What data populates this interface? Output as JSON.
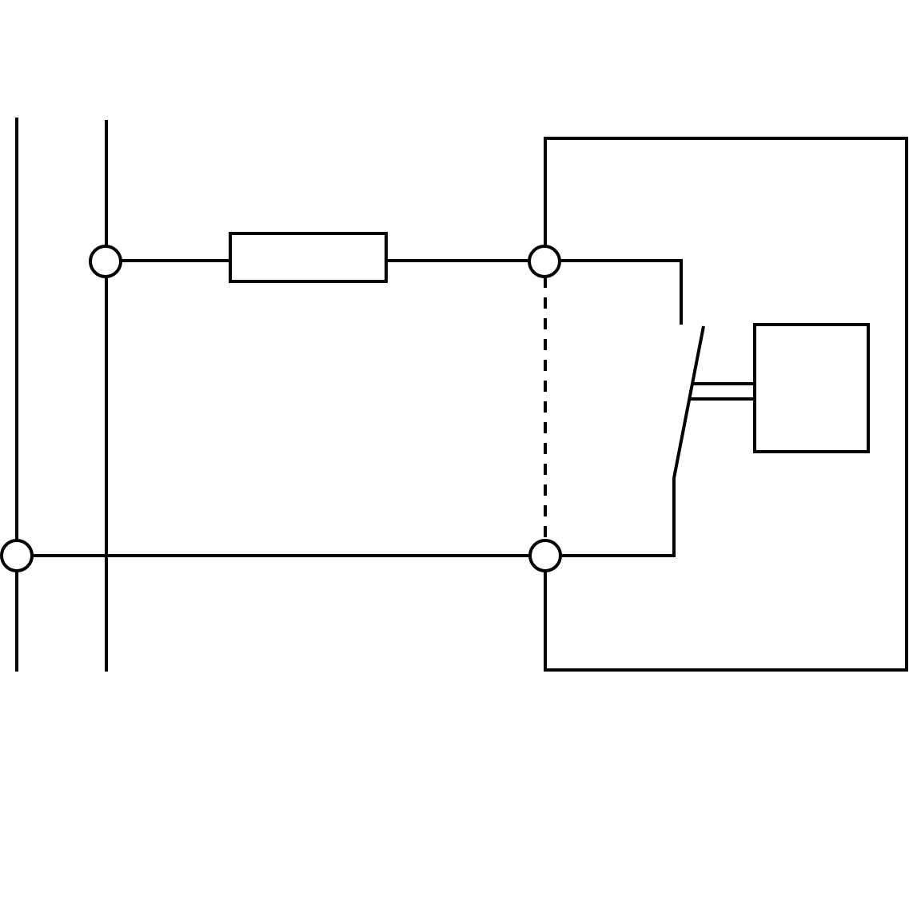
{
  "diagram": {
    "type": "electrical-schematic",
    "line_color": "#000000",
    "background_color": "#ffffff",
    "components": [
      "supply-rail-left",
      "supply-rail-right",
      "resistor",
      "switch",
      "actuator-box",
      "enclosure",
      "terminal-nodes"
    ]
  }
}
